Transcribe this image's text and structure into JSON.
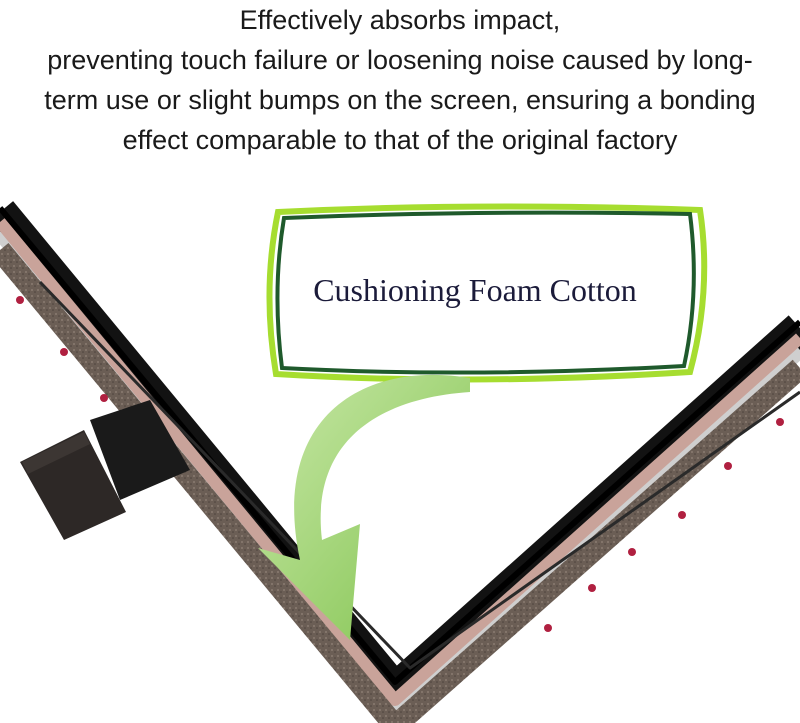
{
  "headline": {
    "lines": [
      "Effectively absorbs impact,",
      "preventing touch failure or loosening noise caused by long-",
      "term use or slight bumps on the screen, ensuring a bonding",
      "effect comparable to that of the original factory"
    ]
  },
  "callout": {
    "label": "Cushioning Foam Cotton"
  },
  "colors": {
    "frame_outer": "#111111",
    "frame_pink": "#c9a8a0",
    "foam": "#6e6157",
    "callout_border_outer": "#9ed82a",
    "callout_border_inner": "#1f5a2c",
    "arrow": "#8bc95a"
  }
}
